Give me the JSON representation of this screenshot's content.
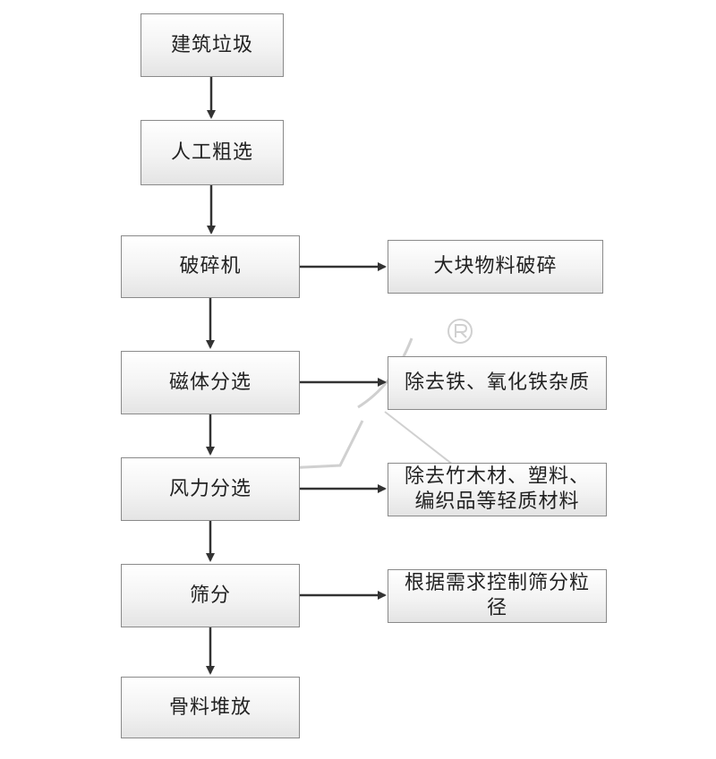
{
  "main_flow": [
    {
      "id": "s1",
      "label": "建筑垃圾"
    },
    {
      "id": "s2",
      "label": "人工粗选"
    },
    {
      "id": "s3",
      "label": "破碎机"
    },
    {
      "id": "s4",
      "label": "磁体分选"
    },
    {
      "id": "s5",
      "label": "风力分选"
    },
    {
      "id": "s6",
      "label": "筛分"
    },
    {
      "id": "s7",
      "label": "骨料堆放"
    }
  ],
  "side_notes": [
    {
      "id": "n1",
      "from": "s3",
      "lines": [
        "大块物料破碎"
      ]
    },
    {
      "id": "n2",
      "from": "s4",
      "lines": [
        "除去铁、氧化铁杂质"
      ]
    },
    {
      "id": "n3",
      "from": "s5",
      "lines": [
        "除去竹木材、塑料、",
        "编织品等轻质材料"
      ]
    },
    {
      "id": "n4",
      "from": "s6",
      "lines": [
        "根据需求控制筛分粒",
        "径"
      ]
    }
  ],
  "colors": {
    "box_border": "#8a8a8a",
    "arrow": "#333333",
    "watermark": "#c8c8c8"
  },
  "watermark_icon": "registered-mark-icon"
}
